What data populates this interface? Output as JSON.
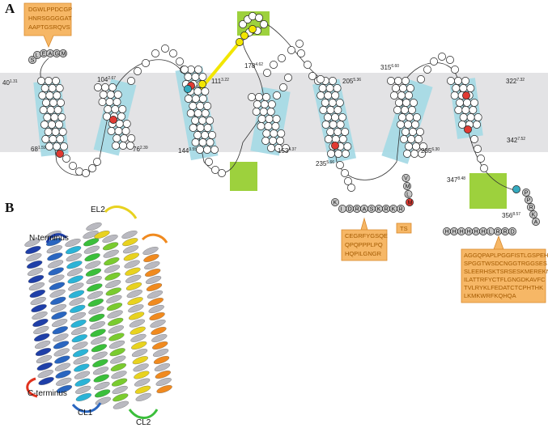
{
  "panels": {
    "a": "A",
    "b": "B"
  },
  "colors": {
    "membrane": "#e3e3e5",
    "helix": "#a8dbe6",
    "highlight_green": "#9dd13d",
    "orange_box": "#f6b766",
    "orange_box_border": "#d9892b",
    "red_residue": "#e03a32",
    "grey_residue": "#c8c8c8",
    "blue_residue": "#35aabf",
    "disulfide": "#f2e600"
  },
  "annotations": {
    "n_term_box": [
      "DGWLPPDCGP",
      "HNRSGGGGAT",
      "AAPTGSRQVS"
    ],
    "cl3_box": [
      "CEGRFYGSQE",
      "QPQPPPLPQ",
      "HQPILGNGR"
    ],
    "c_term_box": [
      "AGGQPAPLPGGFISTLGSPEH",
      "SPGGTWSDCNGGTRGGSES",
      "SLEERHSKTSRSESKMEREKN",
      "ILATTRFYCTFLGNGDKAVFC",
      "TVLRYKLFEDATCTCPHTHK",
      "LKMKWRFKQHQA"
    ],
    "ts_box": "TS"
  },
  "residue_numbers": [
    {
      "base": "40",
      "sup": "1.31"
    },
    {
      "base": "68",
      "sup": "1.59"
    },
    {
      "base": "104",
      "sup": "2.67"
    },
    {
      "base": "76",
      "sup": "2.39"
    },
    {
      "base": "144",
      "sup": "3.55"
    },
    {
      "base": "111",
      "sup": "3.22"
    },
    {
      "base": "178",
      "sup": "4.62"
    },
    {
      "base": "153",
      "sup": "4.37"
    },
    {
      "base": "205",
      "sup": "5.36"
    },
    {
      "base": "235",
      "sup": "5.66"
    },
    {
      "base": "315",
      "sup": "6.60"
    },
    {
      "base": "285",
      "sup": "6.30"
    },
    {
      "base": "322",
      "sup": "7.32"
    },
    {
      "base": "342",
      "sup": "7.52"
    },
    {
      "base": "347",
      "sup": "8.48"
    },
    {
      "base": "356",
      "sup": "8.57"
    }
  ],
  "sequences": {
    "n_tail": "SLEAGM",
    "cl3": "KIDRASKRKR",
    "cl3_right": "MLMV",
    "c_tail": "HHHHHHLRRD",
    "c_tail_right": "PPRKA"
  },
  "structure_labels": {
    "el2": "EL2",
    "n_terminus": "N-terminus",
    "c_terminus": "C-terminus",
    "cl1": "CL1",
    "cl2": "CL2"
  }
}
